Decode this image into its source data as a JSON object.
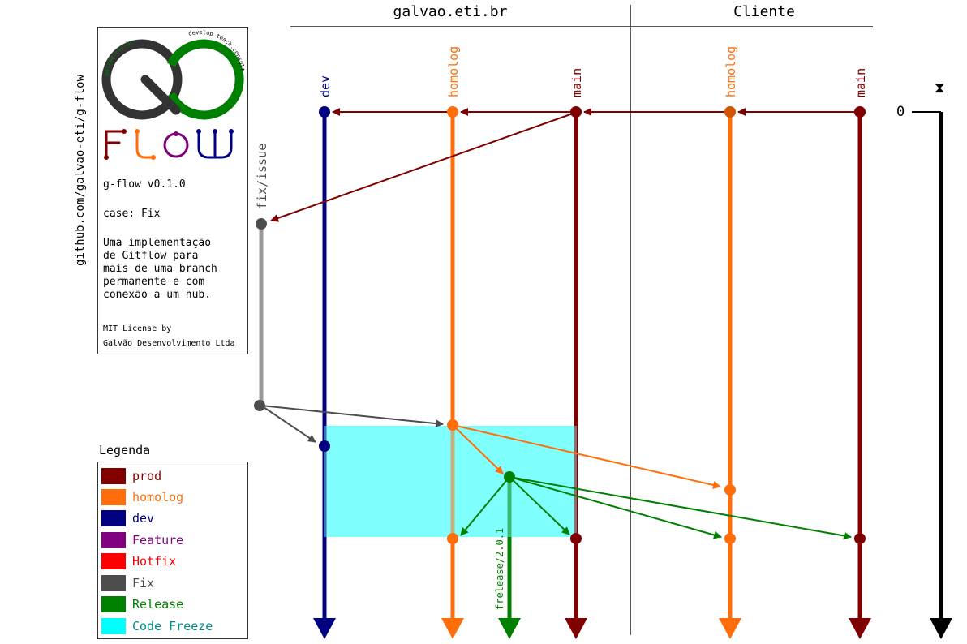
{
  "header": {
    "left_title": "galvao.eti.br",
    "right_title": "Cliente"
  },
  "side_url": "github.com/galvao-eti/g-flow",
  "info": {
    "logo_arc_left": "galvao.eti.br",
    "logo_arc_right": "develop.teach.consult",
    "version": "g-flow v0.1.0",
    "case": "case: Fix",
    "description": "  Uma implementação\nde Gitflow para\nmais de uma branch\npermanente e com\nconexão a um hub.",
    "license_1": "MIT License by",
    "license_2": "Galvão Desenvolvimento Ltda"
  },
  "branches": {
    "dev": "dev",
    "homolog": "homolog",
    "main": "main",
    "client_homolog": "homolog",
    "client_main": "main",
    "fix": "fix/issue",
    "release": "frelease/2.0.1"
  },
  "timeline": {
    "icon": "hourglass-icon",
    "start_label": "0"
  },
  "legend": {
    "title": "Legenda",
    "items": [
      {
        "label": "prod",
        "color": "#800000"
      },
      {
        "label": "homolog",
        "color": "#ff6e0a"
      },
      {
        "label": "dev",
        "color": "#000080"
      },
      {
        "label": "Feature",
        "color": "#800080"
      },
      {
        "label": "Hotfix",
        "color": "#ff0000"
      },
      {
        "label": "Fix",
        "color": "#4d4d4d"
      },
      {
        "label": "Release",
        "color": "#008000"
      },
      {
        "label": "Code Freeze",
        "color": "#00ffff"
      }
    ]
  },
  "colors": {
    "prod": "#800000",
    "homolog": "#ff6e0a",
    "dev": "#000080",
    "fix": "#4d4d4d",
    "fix_line": "#999999",
    "release": "#008000",
    "freeze": "#80ffff",
    "logo_dark": "#333333",
    "logo_green": "#008000"
  }
}
